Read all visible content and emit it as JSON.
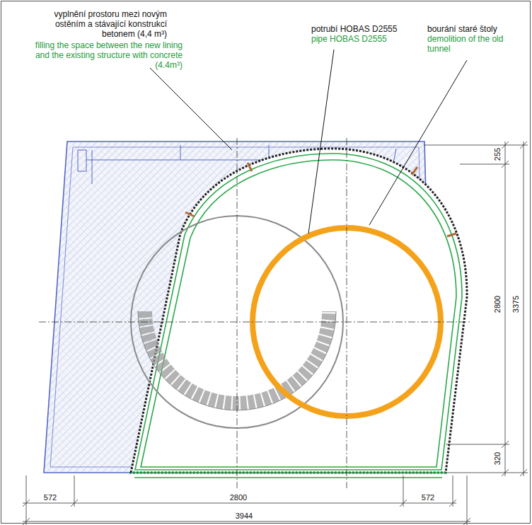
{
  "diagram": {
    "labels": [
      "vyplnění prostoru mezi novým ostěním a stávající konstrukcí betonem (4,4 m³)",
      "filling the space between the new lining and the existing structure with concrete (4.4m³)",
      "potrubí HOBAS D2555",
      "pipe HOBAS D2555",
      "bourání staré štoly",
      "demolition of the old tunnel",
      "255",
      "2800",
      "3375",
      "320",
      "572",
      "2800",
      "572",
      "3944"
    ]
  }
}
